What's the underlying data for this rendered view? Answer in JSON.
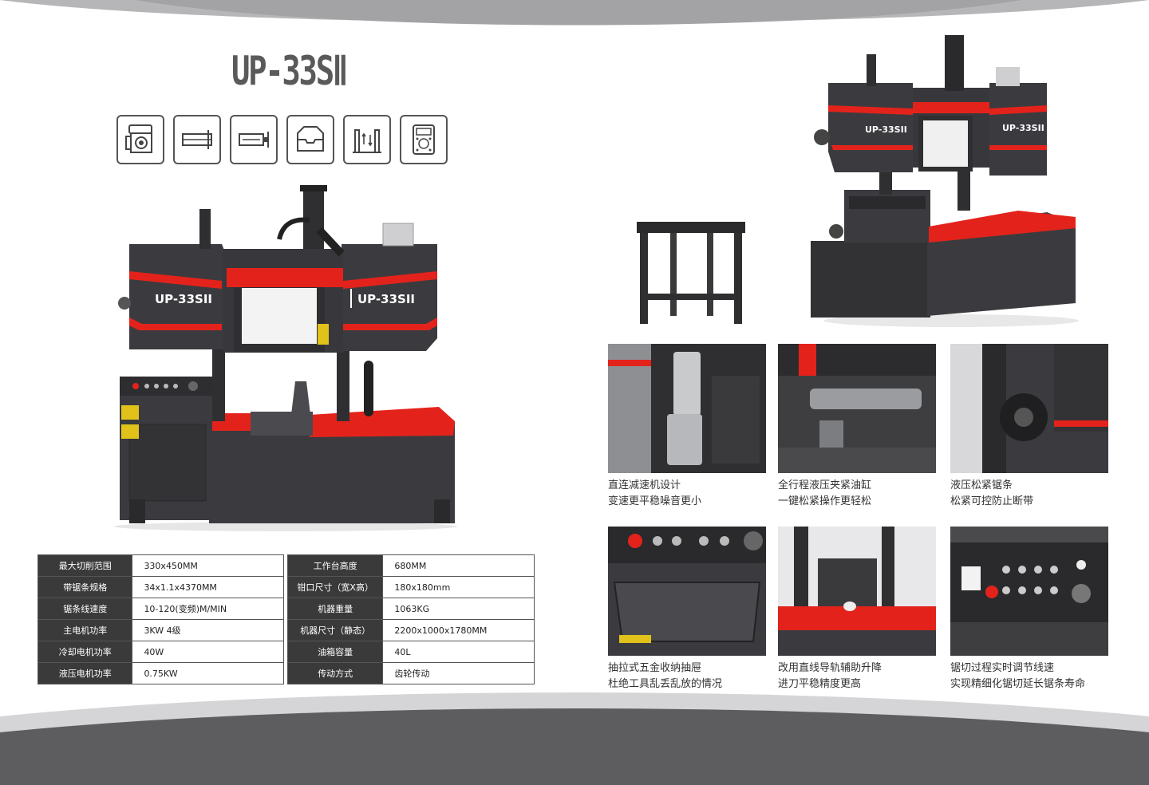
{
  "model_title": "UP-33SⅡ",
  "machine_label": "UP-33SII",
  "feature_icons": [
    "gear-motor-icon",
    "blade-icon",
    "clamp-cylinder-icon",
    "drawer-icon",
    "guide-rail-icon",
    "control-panel-icon"
  ],
  "specs_left": [
    {
      "label": "最大切削范围",
      "value": "330x450MM"
    },
    {
      "label": "带锯条规格",
      "value": "34x1.1x4370MM"
    },
    {
      "label": "锯条线速度",
      "value": "10-120(变频)M/MIN"
    },
    {
      "label": "主电机功率",
      "value": "3KW 4级"
    },
    {
      "label": "冷却电机功率",
      "value": "40W"
    },
    {
      "label": "液压电机功率",
      "value": "0.75KW"
    }
  ],
  "specs_right": [
    {
      "label": "工作台高度",
      "value": "680MM"
    },
    {
      "label": "钳口尺寸（宽X高）",
      "value": "180x180mm"
    },
    {
      "label": "机器重量",
      "value": "1063KG"
    },
    {
      "label": "机器尺寸（静态）",
      "value": "2200x1000x1780MM"
    },
    {
      "label": "油箱容量",
      "value": "40L"
    },
    {
      "label": "传动方式",
      "value": "齿轮传动"
    }
  ],
  "features": [
    {
      "line1": "直连减速机设计",
      "line2": "变速更平稳噪音更小"
    },
    {
      "line1": "全行程液压夹紧油缸",
      "line2": "一键松紧操作更轻松"
    },
    {
      "line1": "液压松紧锯条",
      "line2": "松紧可控防止断带"
    },
    {
      "line1": "抽拉式五金收纳抽屉",
      "line2": "杜绝工具乱丢乱放的情况"
    },
    {
      "line1": "改用直线导轨辅助升降",
      "line2": "进刀平稳精度更高"
    },
    {
      "line1": "锯切过程实时调节线速",
      "line2": "实现精细化锯切延长锯条寿命"
    }
  ],
  "colors": {
    "accent_red": "#e3231b",
    "machine_dark": "#3b3b3f",
    "text_gray": "#5a5a5a",
    "band_gray": "#a7a7a9"
  }
}
